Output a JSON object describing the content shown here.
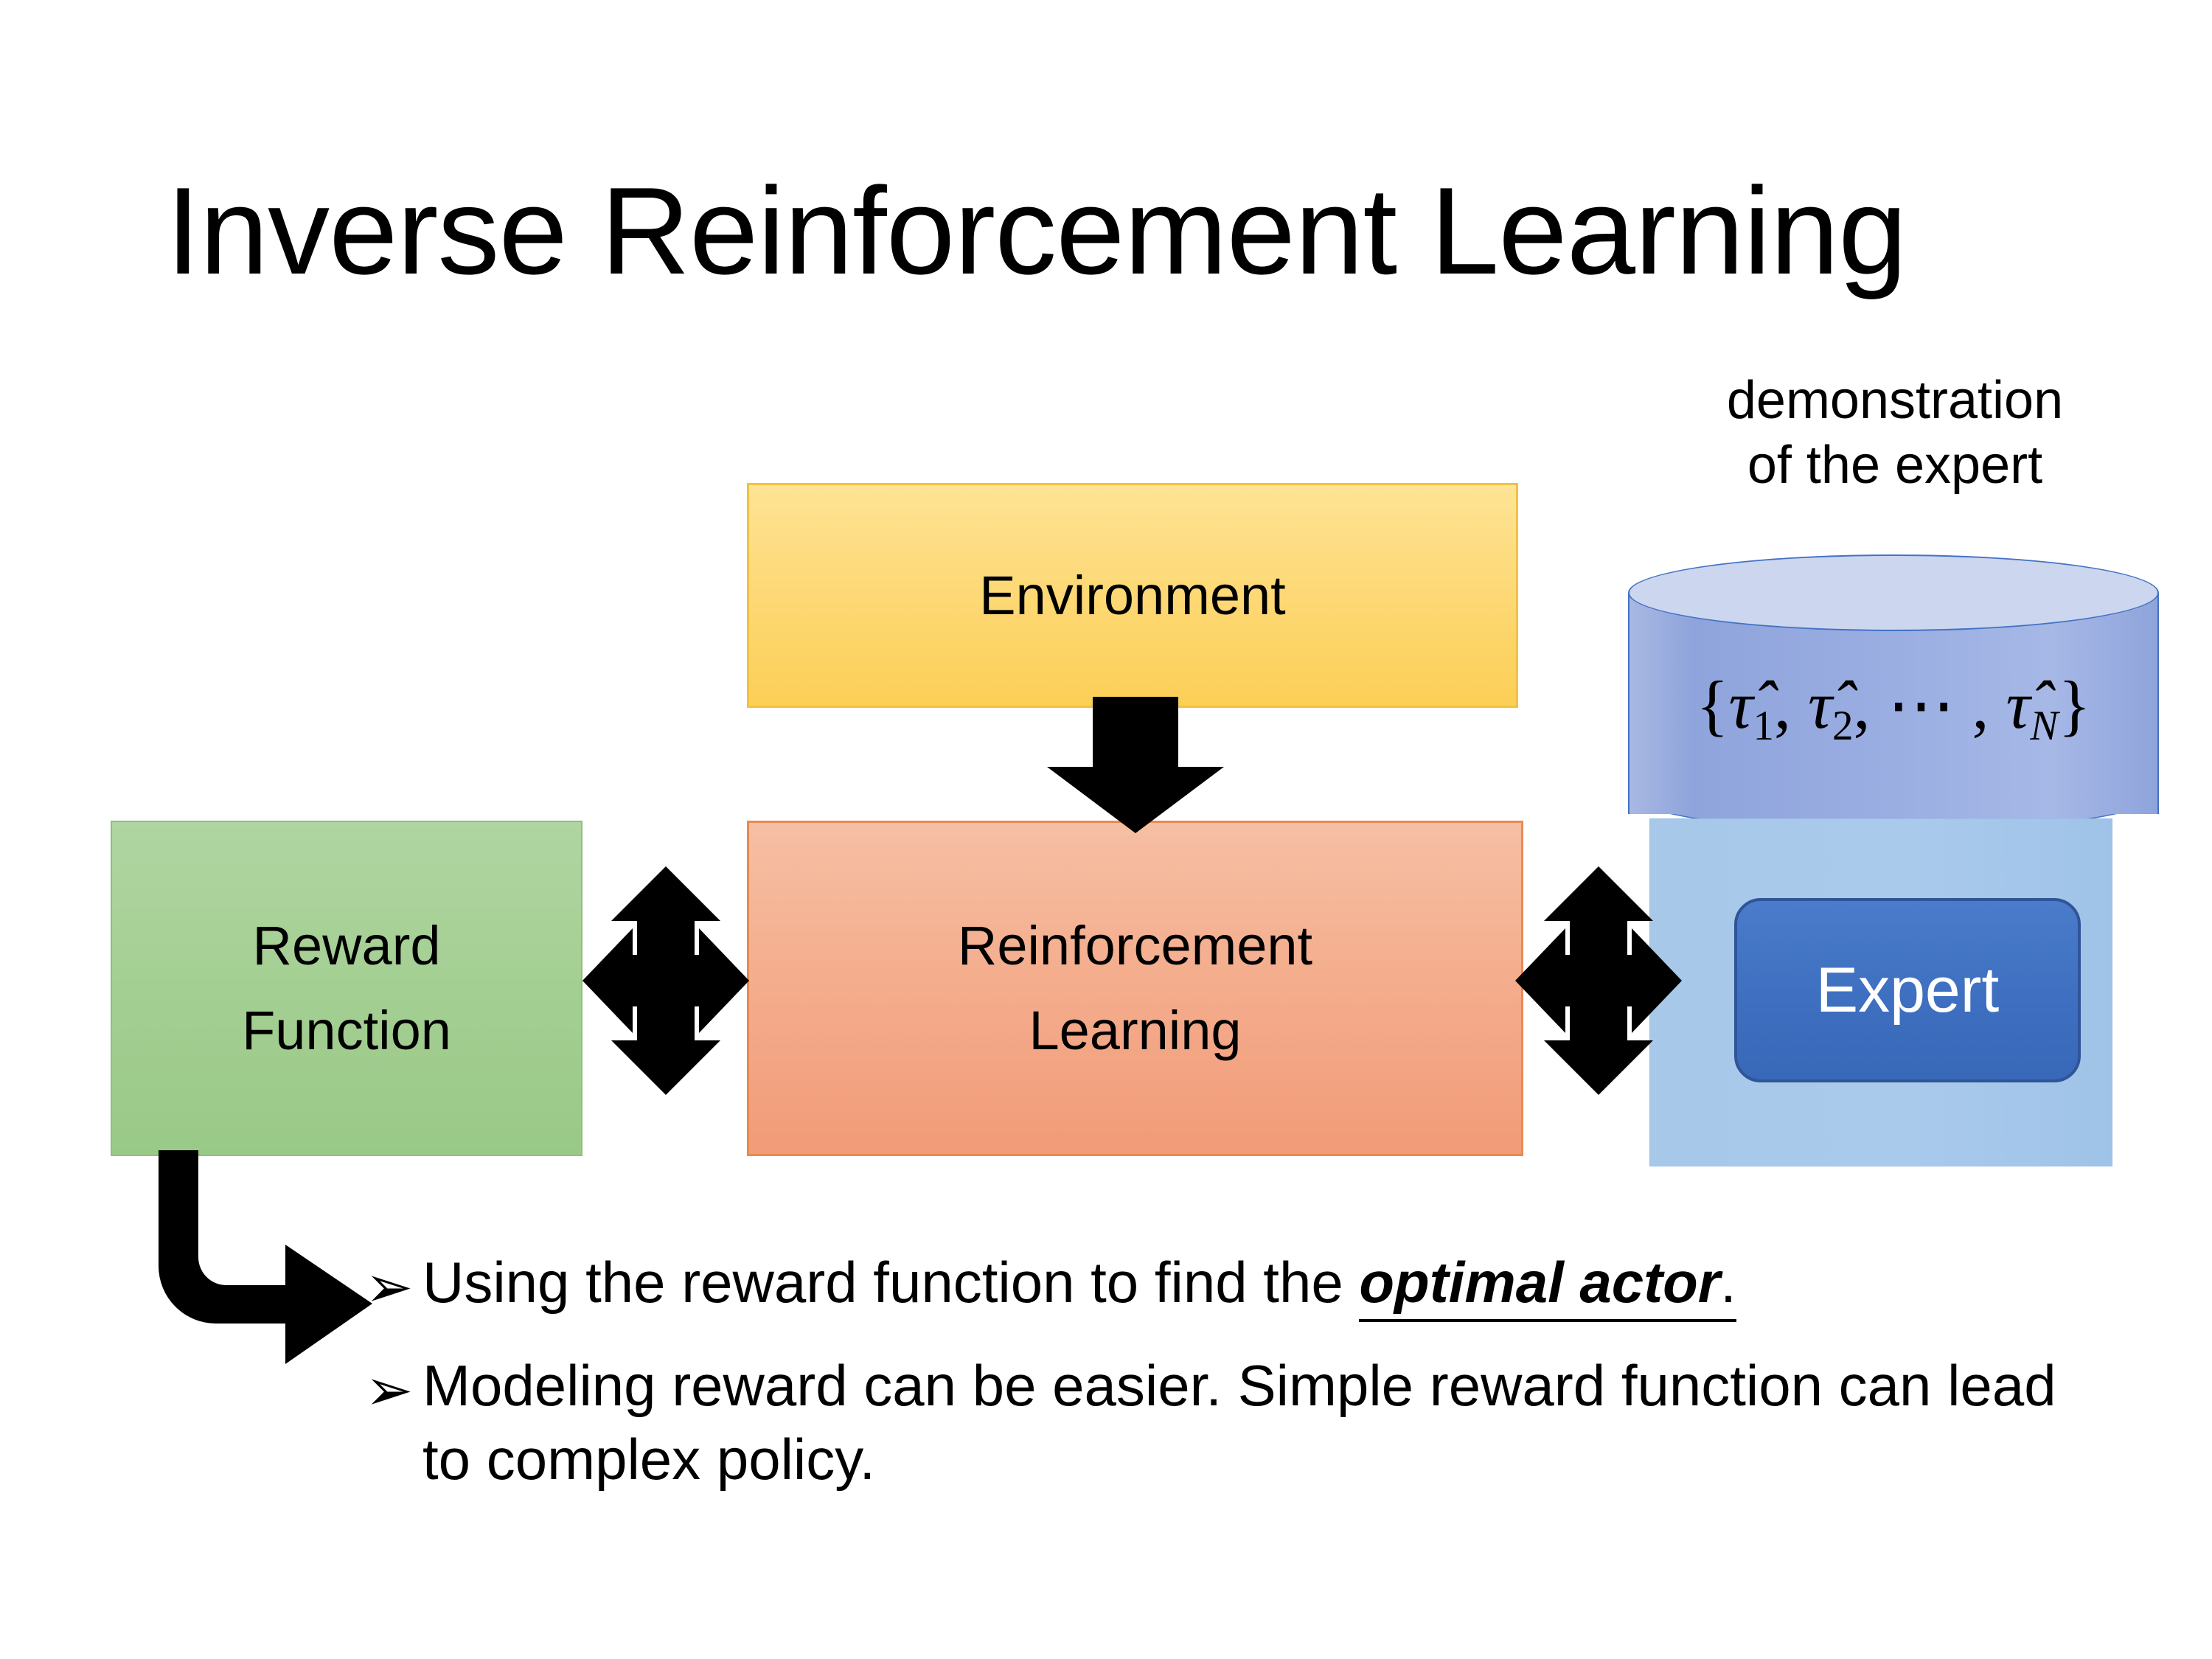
{
  "slide": {
    "title": "Inverse Reinforcement Learning",
    "background_color": "#FFFFFF"
  },
  "diagram": {
    "environment": {
      "label": "Environment",
      "fill_color": "#FDD978",
      "border_color": "#F2C141"
    },
    "reinforcement_learning": {
      "label_line1": "Reinforcement",
      "label_line2": "Learning",
      "fill_color": "#F4AE8E",
      "border_color": "#E88A52"
    },
    "reward_function": {
      "label_line1": "Reward",
      "label_line2": "Function",
      "fill_color": "#A4CF93",
      "border_color": "#8FBF7E"
    },
    "expert": {
      "label": "Expert",
      "fill_color": "#3E6FC0",
      "border_color": "#2F5597",
      "text_color": "#FFFFFF",
      "panel_fill_color": "#AACAEC"
    },
    "demonstration": {
      "caption_line1": "demonstration",
      "caption_line2": "of the expert",
      "formula_open": "{",
      "formula_tau": "τ̂",
      "formula_sub1": "1",
      "formula_sep1": ", ",
      "formula_sub2": "2",
      "formula_sep2": ", ⋯ , ",
      "formula_subN": "N",
      "formula_close": "}",
      "formula_plain": "{τ̂1, τ̂2, ⋯ , τ̂N}",
      "cylinder_top_color": "#CCD6EF",
      "cylinder_body_color": "#9AAEE2",
      "cylinder_outline_color": "#4472C4"
    },
    "arrows": [
      {
        "name": "environment-to-rl",
        "kind": "down-block-arrow",
        "color": "#000000"
      },
      {
        "name": "reward-rl-bidirectional",
        "kind": "four-way-arrow",
        "color": "#000000"
      },
      {
        "name": "rl-expert-bidirectional",
        "kind": "four-way-arrow",
        "color": "#000000"
      },
      {
        "name": "reward-to-bullets",
        "kind": "elbow-arrow",
        "color": "#000000"
      }
    ]
  },
  "bullets": {
    "marker": "➢",
    "items": [
      {
        "prefix": "Using the reward function to find the ",
        "emphasis": "optimal actor",
        "suffix": "."
      },
      {
        "prefix": "Modeling reward can be easier. Simple reward function can lead to complex policy.",
        "emphasis": "",
        "suffix": ""
      }
    ]
  }
}
